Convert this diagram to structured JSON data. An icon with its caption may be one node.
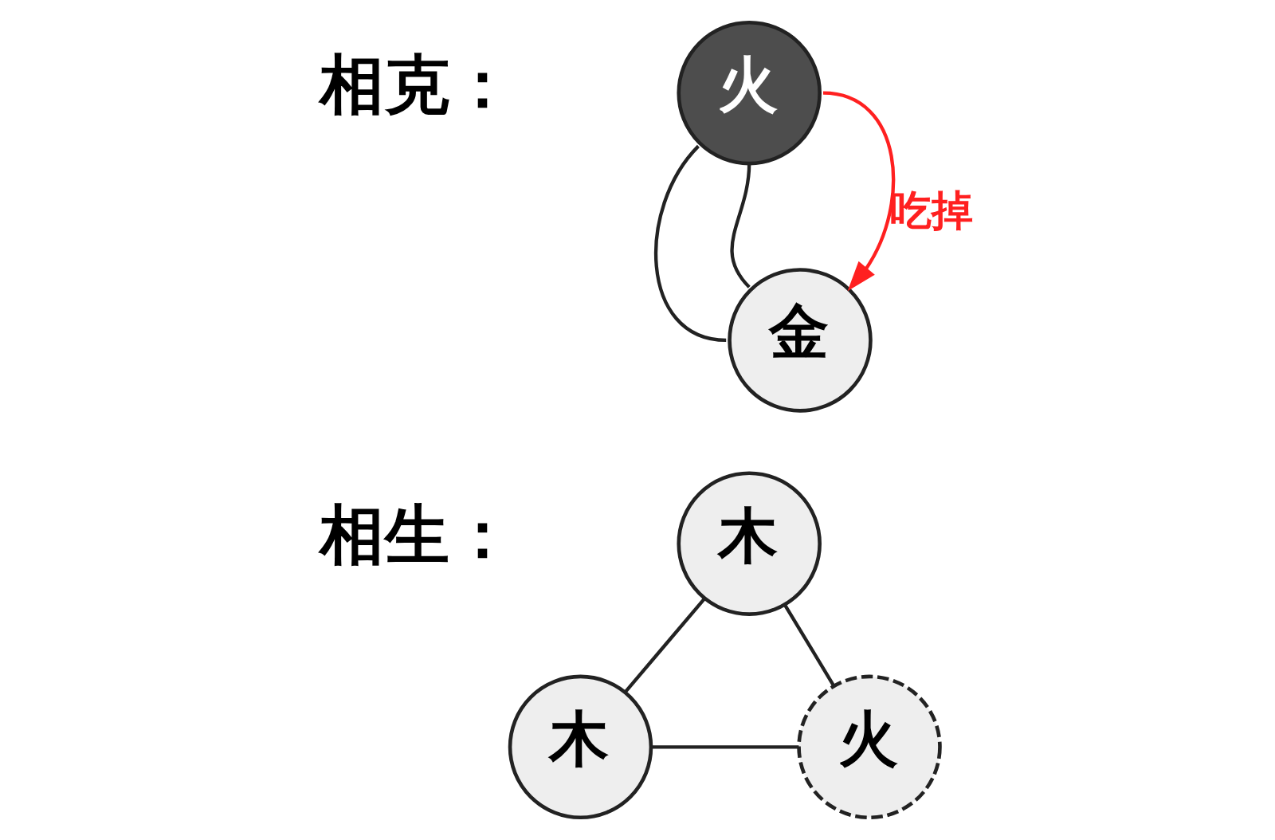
{
  "diagram": {
    "nodes": [
      {
        "text": [
          "火"
        ]
      },
      {
        "text": [
          "金"
        ]
      },
      {
        "text": [
          "木"
        ]
      },
      {
        "text": [
          "木"
        ]
      },
      {
        "text": [
          "火"
        ]
      }
    ],
    "edges": [
      {
        "from": 0,
        "to": 1,
        "arrow": "none"
      },
      {
        "from": 0,
        "to": 1,
        "arrow": "none"
      },
      {
        "from": 0,
        "to": 1,
        "arrow": "to",
        "label": "吃掉",
        "color": "#ff2020"
      },
      {
        "from": 2,
        "to": 3,
        "arrow": "none"
      },
      {
        "from": 2,
        "to": 4,
        "arrow": "none"
      },
      {
        "from": 3,
        "to": 4,
        "arrow": "none"
      }
    ],
    "labels": [
      "相克：",
      "相生："
    ]
  }
}
